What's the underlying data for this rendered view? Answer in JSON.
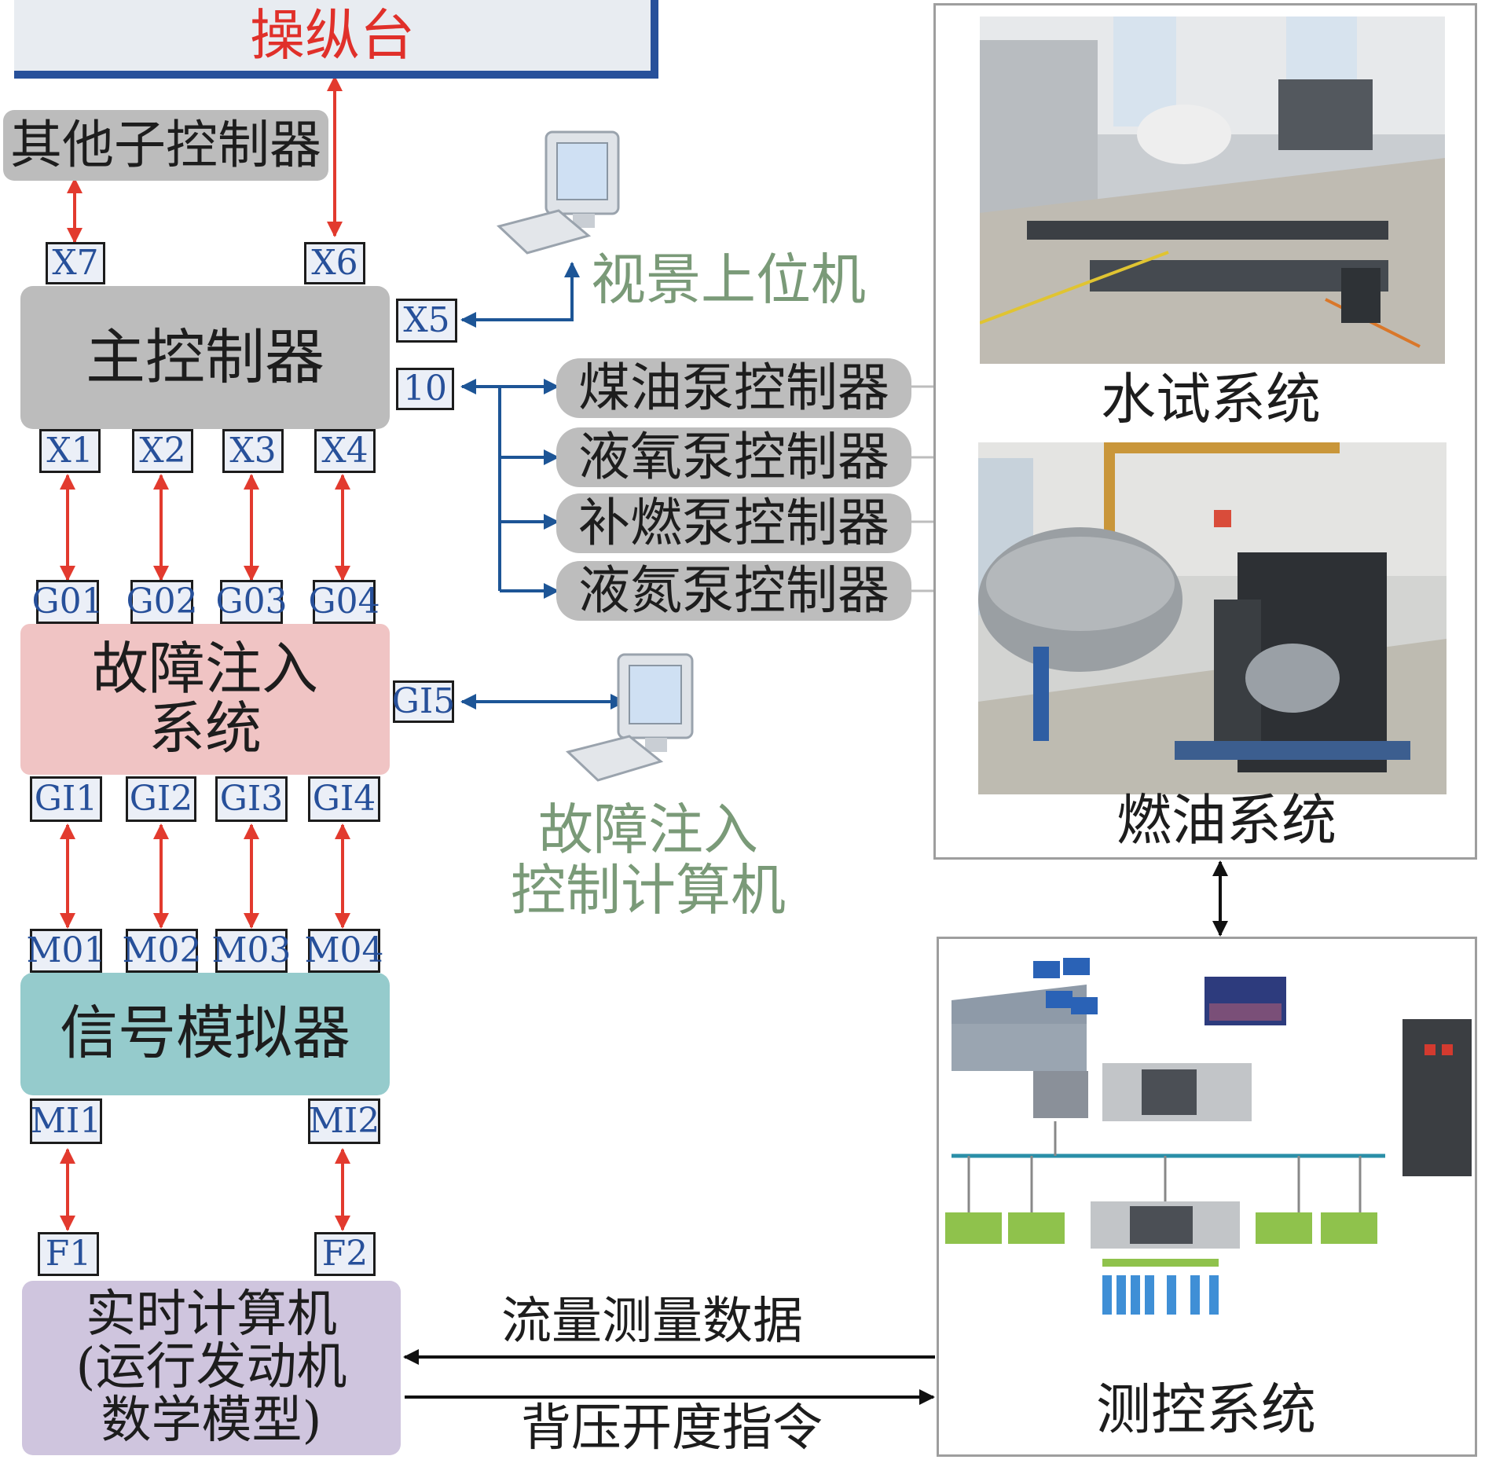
{
  "console": {
    "label": "操纵台"
  },
  "blocks": {
    "other_controllers": "其他子控制器",
    "main_controller": "主控制器",
    "fault_injection_line1": "故障注入",
    "fault_injection_line2": "系统",
    "signal_simulator": "信号模拟器",
    "realtime_line1": "实时计算机",
    "realtime_line2": "(运行发动机",
    "realtime_line3": "数学模型)"
  },
  "pump_controllers": [
    "煤油泵控制器",
    "液氧泵控制器",
    "补燃泵控制器",
    "液氮泵控制器"
  ],
  "computers": {
    "visual_host": "视景上位机",
    "fault_pc_line1": "故障注入",
    "fault_pc_line2": "控制计算机"
  },
  "ports": {
    "x7": "X7",
    "x6": "X6",
    "x5": "X5",
    "p10": "10",
    "x1": "X1",
    "x2": "X2",
    "x3": "X3",
    "x4": "X4",
    "g01": "G01",
    "g02": "G02",
    "g03": "G03",
    "g04": "G04",
    "gi5": "GI5",
    "gi1": "GI1",
    "gi2": "GI2",
    "gi3": "GI3",
    "gi4": "GI4",
    "m01": "M01",
    "m02": "M02",
    "m03": "M03",
    "m04": "M04",
    "mi1": "MI1",
    "mi2": "MI2",
    "f1": "F1",
    "f2": "F2"
  },
  "systems": {
    "water_test": "水试系统",
    "fuel": "燃油系统",
    "measure_control": "测控系统"
  },
  "links": {
    "flow_data": "流量测量数据",
    "back_pressure_cmd": "背压开度指令"
  },
  "colors": {
    "red_arrow": "#e23a2e",
    "blue_arrow": "#1d5596",
    "console_text": "#e0302a",
    "port_text": "#27509a",
    "main_controller": "#bcbcbc",
    "fault_injection": "#f0c4c4",
    "signal_simulator": "#95cbcc",
    "realtime_computer": "#cfc5de"
  }
}
